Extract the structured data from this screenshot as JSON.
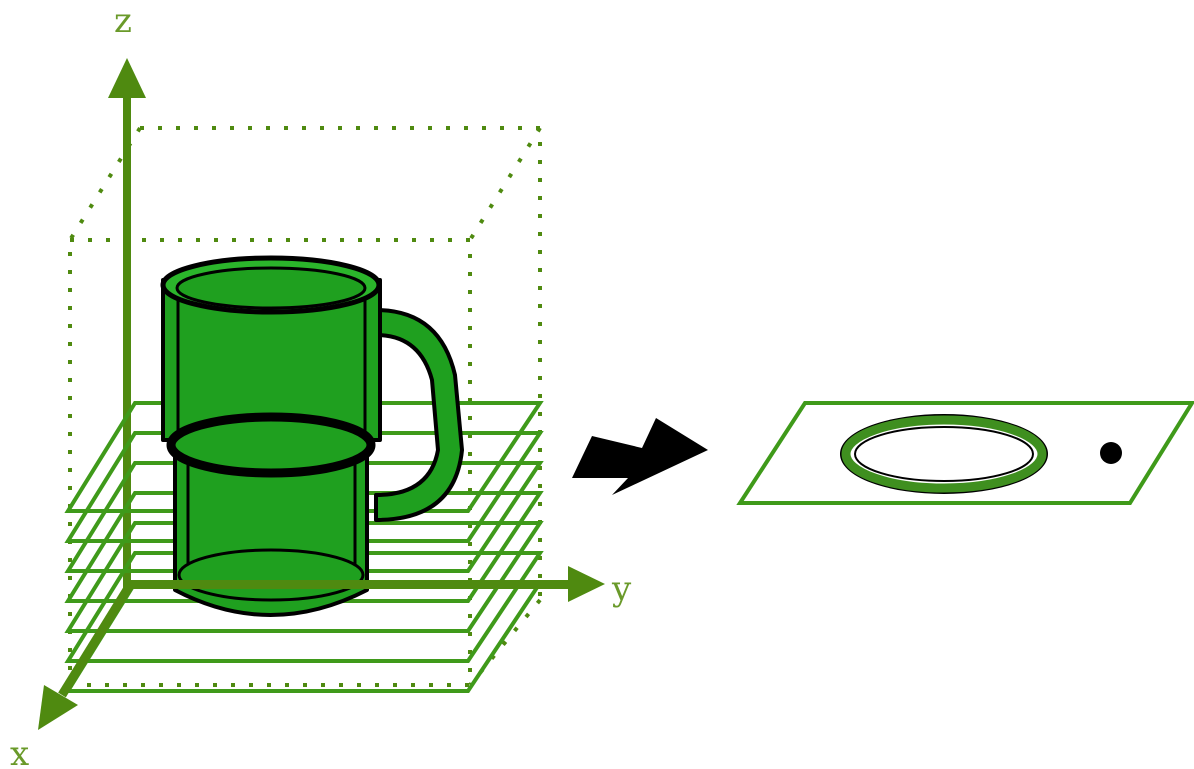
{
  "axes": {
    "z_label": "z",
    "y_label": "y",
    "x_label": "x"
  },
  "colors": {
    "axis_green": "#4f8a10",
    "label_green": "#6a9a2a",
    "mug_fill": "#1fa01f",
    "mug_outline": "#000000",
    "plane_green": "#3f9a1a",
    "box_dotted": "#4f8a10",
    "arrow": "#000000",
    "ring_green": "#3f8f1f",
    "background": "#ffffff"
  },
  "icons": {
    "transform_arrow": "big-black-arrow-icon",
    "section_point": "black-dot"
  },
  "slices": {
    "count": 7
  }
}
